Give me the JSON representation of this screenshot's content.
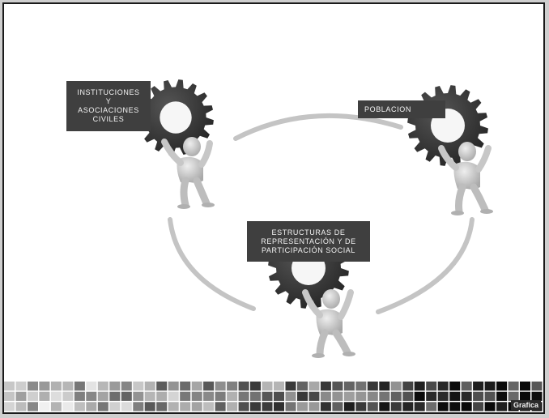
{
  "nodes": {
    "instituciones": {
      "lines": [
        "INSTITUCIONES",
        "Y",
        "ASOCIACIONES",
        "CIVILES"
      ]
    },
    "poblacion": {
      "lines": [
        "POBLACION"
      ]
    },
    "estructuras": {
      "lines": [
        "ESTRUCTURAS DE",
        "REPRESENTACIÓN Y DE",
        "PARTICIPACIÓN SOCIAL"
      ]
    }
  },
  "watermark": "Grafica",
  "colors": {
    "label_bg": "#3f3f3f",
    "gear": "#3a3a3a",
    "figure": "#cfcfcf",
    "arc": "#c4c4c4"
  }
}
